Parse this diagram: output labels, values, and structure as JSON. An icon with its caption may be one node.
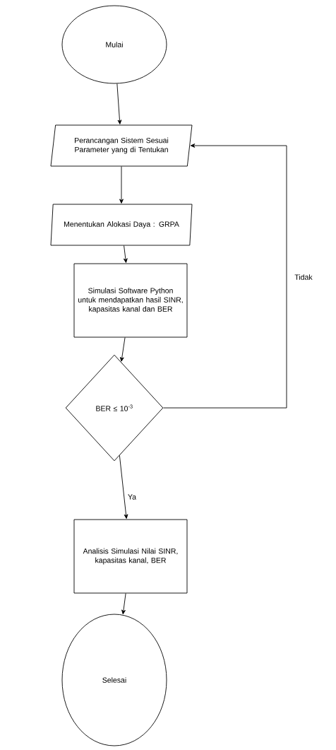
{
  "diagram": {
    "nodes": [
      {
        "text": [
          "Mulai"
        ]
      },
      {
        "text": [
          "Perancangan Sistem Sesuai Parameter yang di Tentukan"
        ]
      },
      {
        "text": [
          "Menentukan Alokasi Daya : GRPA"
        ]
      },
      {
        "text": [
          "Simulasi Software Python untuk mendapatkan hasil SINR, kapasitas kanal dan BER"
        ]
      },
      {
        "text": [
          "BER ≤ 10$^{-3}$"
        ]
      },
      {
        "text": [
          "Analisis Simulasi Nilai SINR, kapasitas kanal, BER"
        ]
      },
      {
        "text": [
          "Selesai"
        ]
      }
    ],
    "edges": [
      {
        "from": 0,
        "to": 1,
        "arrow": "to"
      },
      {
        "from": 1,
        "to": 2,
        "arrow": "to"
      },
      {
        "from": 2,
        "to": 3,
        "arrow": "to"
      },
      {
        "from": 3,
        "to": 4,
        "arrow": "to"
      },
      {
        "from": 4,
        "to": 5,
        "arrow": "to",
        "label": "Ya"
      },
      {
        "from": 4,
        "to": 1,
        "arrow": "to",
        "label": "Tidak"
      },
      {
        "from": 5,
        "to": 6,
        "arrow": "to"
      }
    ]
  }
}
